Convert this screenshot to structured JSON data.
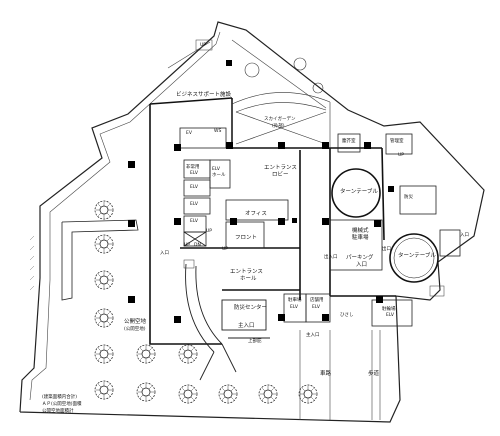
{
  "rooms": {
    "business_support": "ビジネスサポート施設",
    "sky_garden": "スカイガーデン",
    "sky_garden_sub": "(外部)",
    "entrance_lobby": "エントランス",
    "entrance_lobby_2": "ロビー",
    "entrance_hall": "エントランス",
    "entrance_hall_2": "ホール",
    "office": "オフィス",
    "front": "フロント",
    "turntable_1": "ターンテーブル",
    "turntable_2": "ターンテーブル",
    "mechanical_parking": "機械式",
    "mechanical_parking_2": "駐車場",
    "parking_entrance": "パーキング",
    "parking_entrance_2": "入口",
    "disaster_center": "防災センター",
    "public_space": "公開空地",
    "public_space_sub": "(公開空地)",
    "roadway": "車路",
    "sidewalk": "歩道",
    "emergency_elv": "非常用",
    "emergency_elv_2": "ELV",
    "elv_hall": "ELV",
    "elv_hall_2": "ホール",
    "elv_1": "ELV",
    "elv_2": "ELV",
    "elv_3": "ELV",
    "parking_elv": "駐車場",
    "parking_elv_2": "ELV",
    "garbage_room": "塵芥室",
    "disaster_room": "防災",
    "shop_elv": "店舗用",
    "shop_elv_2": "ELV",
    "mgmt": "管理室",
    "bicycle": "駐輪場",
    "bicycle_2": "ELV",
    "ws": "WS",
    "ev": "EV"
  },
  "entrances": {
    "main": "主入口",
    "sub": "主入口",
    "side": "入口",
    "parking": "出入口",
    "exit": "出口",
    "entry": "入口"
  },
  "stairs": {
    "up1": "UP",
    "up2": "UP",
    "up3": "UP",
    "up4": "UP",
    "up5": "UP",
    "dn1": "DN"
  },
  "notes": {
    "n1": "(建築面積内合計)",
    "n2": "ＡＰ(公開空地)面積",
    "n3": "公開空地面積計"
  },
  "misc": {
    "canopy": "上部庇",
    "canopy2": "ひさし"
  }
}
